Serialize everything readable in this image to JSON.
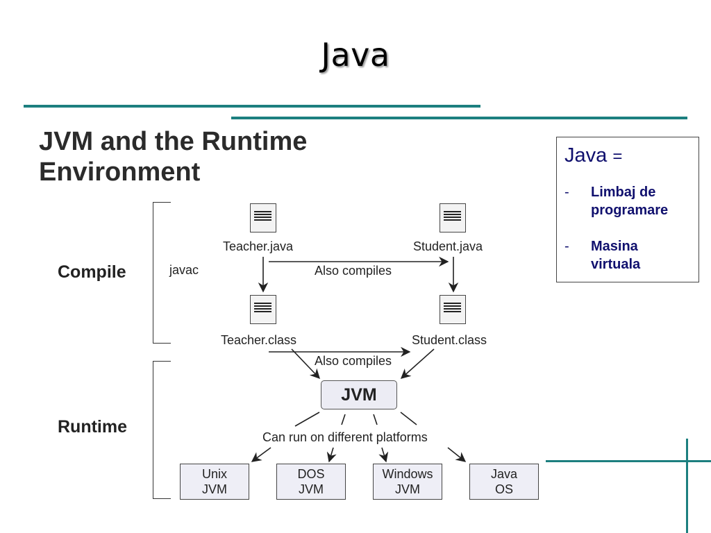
{
  "slide": {
    "title": "Java"
  },
  "diagram": {
    "heading_line1": "JVM and the Runtime",
    "heading_line2": "Environment",
    "compile_label": "Compile",
    "runtime_label": "Runtime",
    "javac_label": "javac",
    "teacher_java": "Teacher.java",
    "student_java": "Student.java",
    "teacher_class": "Teacher.class",
    "student_class": "Student.class",
    "also_compiles_1": "Also compiles",
    "also_compiles_2": "Also compiles",
    "jvm": "JVM",
    "platforms_caption": "Can run on different platforms",
    "platforms": [
      {
        "line1": "Unix",
        "line2": "JVM"
      },
      {
        "line1": "DOS",
        "line2": "JVM"
      },
      {
        "line1": "Windows",
        "line2": "JVM"
      },
      {
        "line1": "Java",
        "line2": "OS"
      }
    ]
  },
  "sidebox": {
    "title": "Java",
    "equals": "=",
    "items": [
      {
        "dash": "-",
        "line1": "Limbaj de",
        "line2": "programare"
      },
      {
        "dash": "-",
        "line1": "Masina",
        "line2": "virtuala"
      }
    ]
  },
  "colors": {
    "rule": "#1c7f7f",
    "sidebox_text": "#10106e",
    "box_fill": "#eeeef6"
  }
}
